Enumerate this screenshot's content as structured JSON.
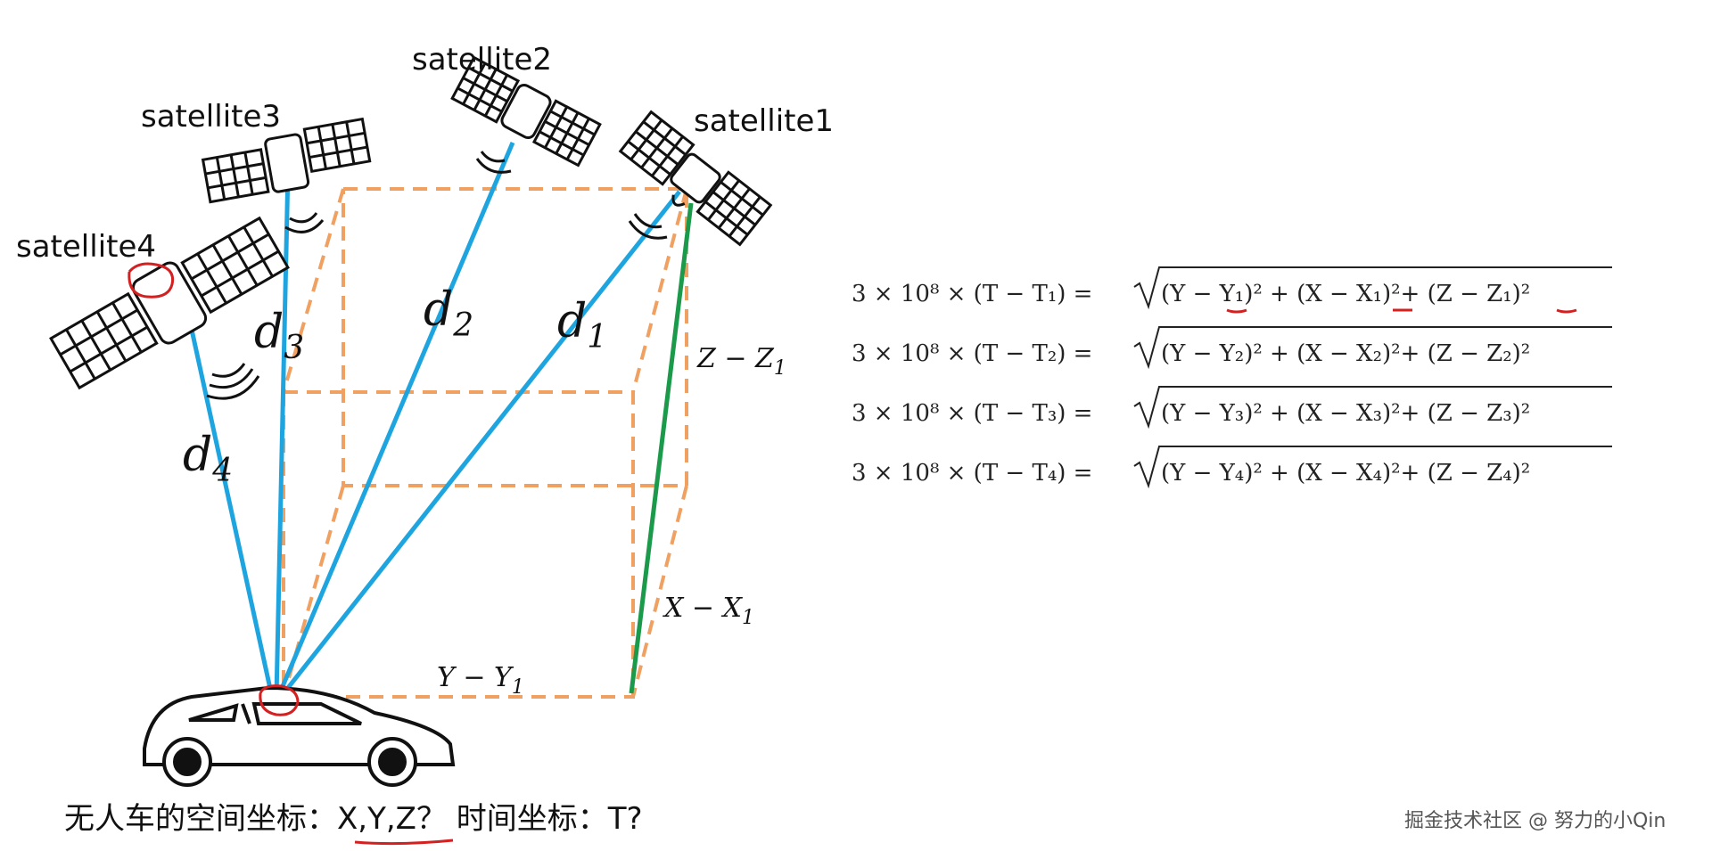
{
  "satellites": [
    {
      "id": "satellite1",
      "label": "satellite1"
    },
    {
      "id": "satellite2",
      "label": "satellite2"
    },
    {
      "id": "satellite3",
      "label": "satellite3"
    },
    {
      "id": "satellite4",
      "label": "satellite4"
    }
  ],
  "distance_labels": {
    "d1": "d",
    "d1_sub": "1",
    "d2": "d",
    "d2_sub": "2",
    "d3": "d",
    "d3_sub": "3",
    "d4": "d",
    "d4_sub": "4"
  },
  "segment_labels": {
    "z": "Z − Z",
    "z_sub": "1",
    "x": "X − X",
    "x_sub": "1",
    "y": "Y − Y",
    "y_sub": "1"
  },
  "equations": [
    {
      "lhs": "3 × 10⁸ × (T − T₁) = ",
      "rhs": "(Y − Y₁)² +   (X − X₁)²+  (Z − Z₁)²"
    },
    {
      "lhs": "3 × 10⁸ × (T − T₂) = ",
      "rhs": "(Y − Y₂)² +   (X − X₂)²+  (Z − Z₂)²"
    },
    {
      "lhs": "3 × 10⁸ × (T − T₃) = ",
      "rhs": "(Y − Y₃)² +   (X − X₃)²+  (Z − Z₃)²"
    },
    {
      "lhs": "3 × 10⁸ × (T − T₄) = ",
      "rhs": "(Y − Y₄)² +   (X − X₄)²+  (Z − Z₄)²"
    }
  ],
  "caption": "无人车的空间坐标：X,Y,Z？ 时间坐标：T?",
  "watermark": "掘金技术社区 @ 努力的小Qin",
  "colors": {
    "ray": "#1ea5e0",
    "box": "#f0a060",
    "green": "#1a9a4a",
    "ink": "#111111",
    "mark": "#d42020"
  }
}
